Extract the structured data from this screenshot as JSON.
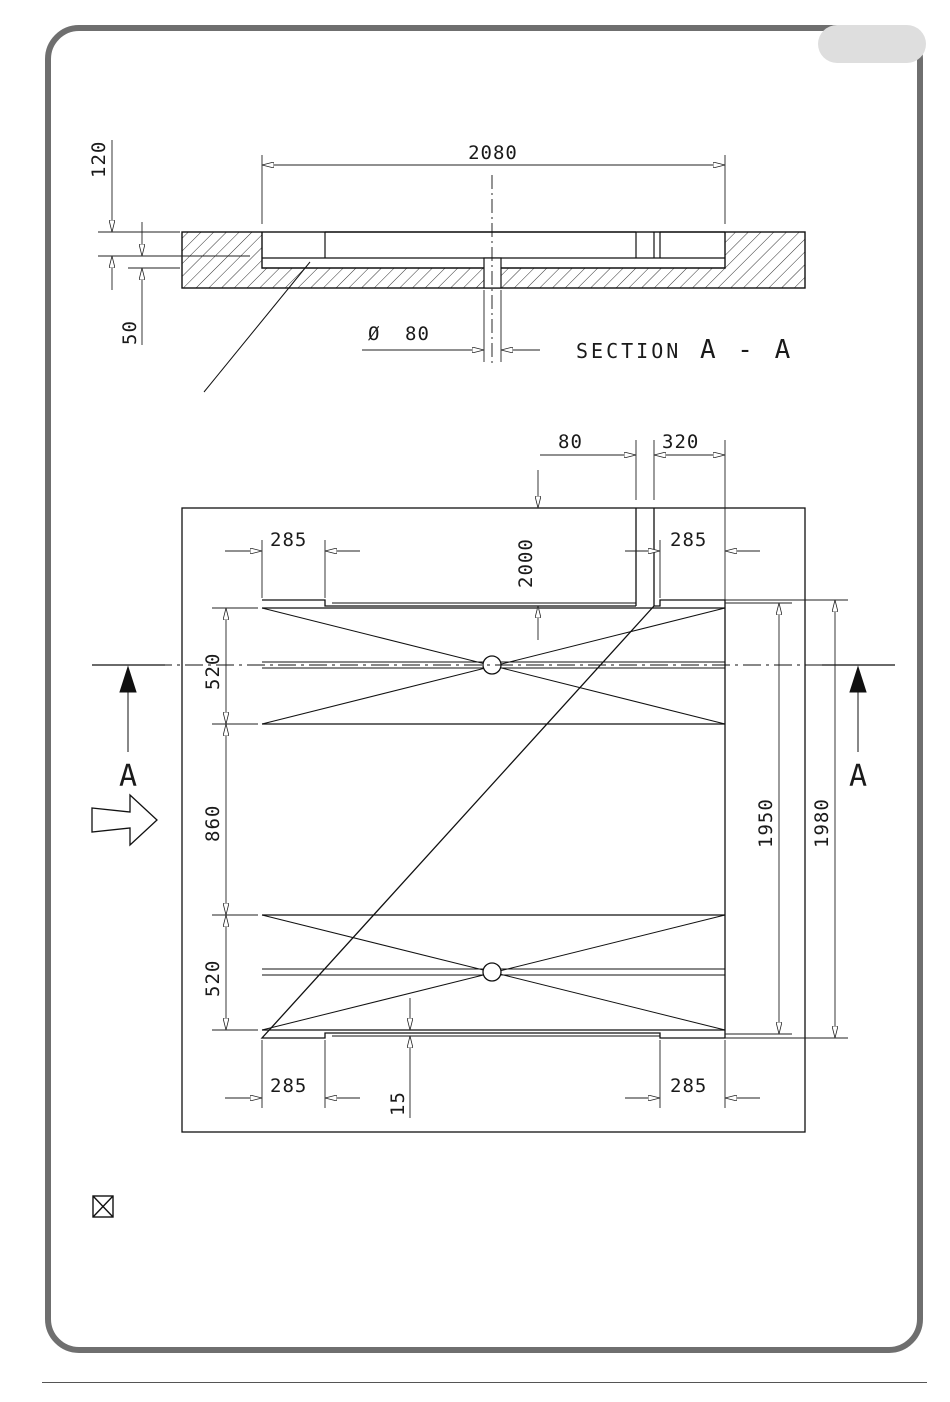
{
  "dimensions": {
    "overall_width": "2080",
    "top_depth": "120",
    "lip_depth": "50",
    "hole_dia": "80",
    "notch_width": "80",
    "notch_offset": "320",
    "edge_285_tl": "285",
    "edge_285_tr": "285",
    "edge_285_bl": "285",
    "edge_285_br": "285",
    "panel_depth": "2000",
    "panel_520_top": "520",
    "panel_860": "860",
    "panel_520_bottom": "520",
    "inner_1950": "1950",
    "outer_1980": "1980",
    "gap_15": "15"
  },
  "symbols": {
    "diameter": "Ø",
    "section_arrow_left": "A",
    "section_arrow_right": "A"
  },
  "labels": {
    "section_title": "SECTION",
    "section_name": "A - A"
  },
  "icons": {
    "view_arrow": "view-direction-arrow-icon",
    "checkbox": "checkbox-crossed-icon"
  }
}
